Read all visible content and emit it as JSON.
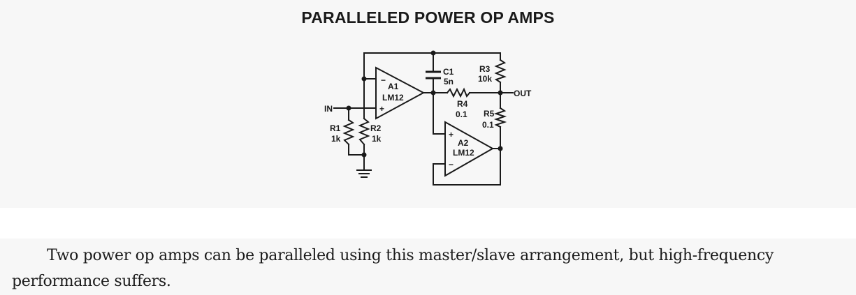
{
  "title": "PARALLELED POWER OP AMPS",
  "circuit": {
    "input_label": "IN",
    "output_label": "OUT",
    "amplifiers": [
      {
        "ref": "A1",
        "part": "LM12",
        "minus": "−",
        "plus": "+"
      },
      {
        "ref": "A2",
        "part": "LM12",
        "minus": "−",
        "plus": "+"
      }
    ],
    "components": {
      "R1": {
        "ref": "R1",
        "value": "1k"
      },
      "R2": {
        "ref": "R2",
        "value": "1k"
      },
      "R3": {
        "ref": "R3",
        "value": "10k"
      },
      "R4": {
        "ref": "R4",
        "value": "0.1"
      },
      "R5": {
        "ref": "R5",
        "value": "0.1"
      },
      "C1": {
        "ref": "C1",
        "value": "5n"
      }
    }
  },
  "caption": "Two power op amps can be paralleled using this master/slave arrangement, but high-frequency performance suffers."
}
